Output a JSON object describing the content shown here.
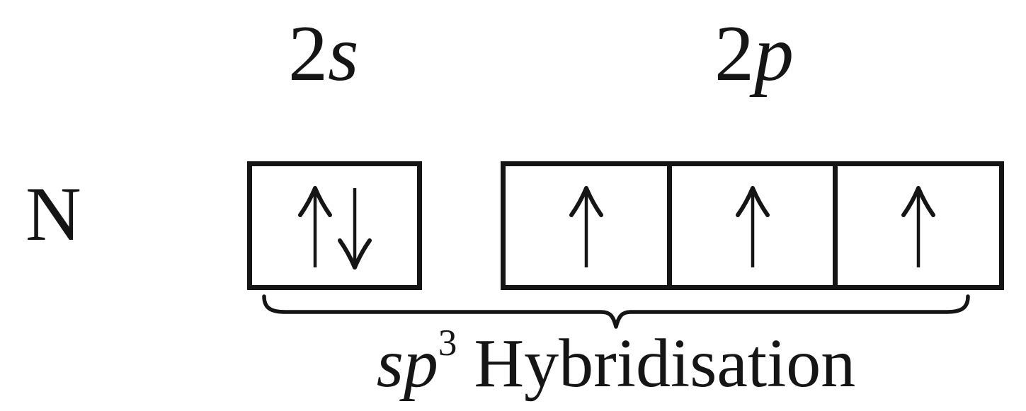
{
  "element": {
    "symbol": "N"
  },
  "labels": {
    "s_shell": "2",
    "s_letter": "s",
    "p_shell": "2",
    "p_letter": "p"
  },
  "orbitals": {
    "s": {
      "label": "2s",
      "electrons": [
        "spin-up",
        "spin-down"
      ]
    },
    "p": [
      {
        "label": "2p",
        "electrons": [
          "spin-up"
        ]
      },
      {
        "label": "2p",
        "electrons": [
          "spin-up"
        ]
      },
      {
        "label": "2p",
        "electrons": [
          "spin-up"
        ]
      }
    ]
  },
  "caption": {
    "italic": "sp",
    "superscript": "3",
    "word": "Hybridisation"
  },
  "colors": {
    "ink": "#151515",
    "background": "#ffffff"
  }
}
